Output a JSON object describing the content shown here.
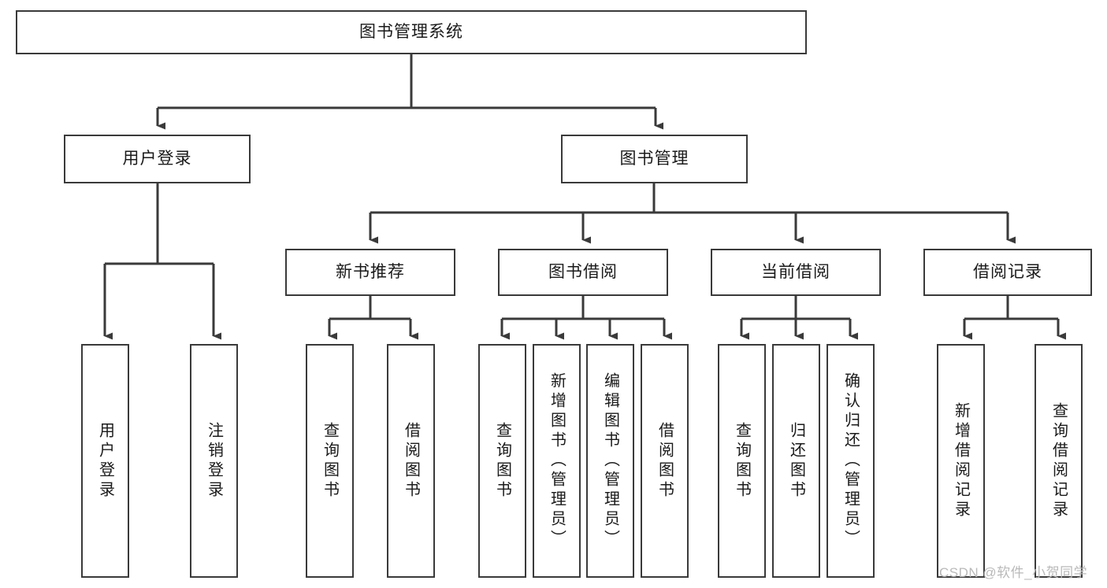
{
  "diagram": {
    "type": "tree-hierarchy-chart",
    "title_text": "图书管理系统",
    "orientation": "top-down",
    "style": {
      "box_fill": "#ffffff",
      "box_stroke": "#3a3a3a",
      "text_color": "#1a1a1a",
      "connector_color": "#3a3a3a",
      "background": "#ffffff"
    },
    "levels": {
      "level0": [
        {
          "id": "root",
          "label": "图书管理系统",
          "orientation": "horizontal"
        }
      ],
      "level1": [
        {
          "id": "user-login",
          "label": "用户登录",
          "orientation": "horizontal"
        },
        {
          "id": "book-manage",
          "label": "图书管理",
          "orientation": "horizontal"
        }
      ],
      "level2": [
        {
          "id": "new-book-rec",
          "label": "新书推荐",
          "orientation": "horizontal",
          "parent": "book-manage"
        },
        {
          "id": "book-borrow",
          "label": "图书借阅",
          "orientation": "horizontal",
          "parent": "book-manage"
        },
        {
          "id": "current-borrow",
          "label": "当前借阅",
          "orientation": "horizontal",
          "parent": "book-manage"
        },
        {
          "id": "borrow-record",
          "label": "借阅记录",
          "orientation": "horizontal",
          "parent": "book-manage"
        }
      ],
      "leaves": [
        {
          "id": "leaf-user-login",
          "label": "用户登录",
          "orientation": "vertical",
          "parent": "user-login"
        },
        {
          "id": "leaf-logout",
          "label": "注销登录",
          "orientation": "vertical",
          "parent": "user-login"
        },
        {
          "id": "leaf-query-book-1",
          "label": "查询图书",
          "orientation": "vertical",
          "parent": "new-book-rec"
        },
        {
          "id": "leaf-borrow-book-1",
          "label": "借阅图书",
          "orientation": "vertical",
          "parent": "new-book-rec"
        },
        {
          "id": "leaf-query-book-2",
          "label": "查询图书",
          "orientation": "vertical",
          "parent": "book-borrow"
        },
        {
          "id": "leaf-add-book",
          "label": "新增图书（管理员）",
          "orientation": "vertical",
          "parent": "book-borrow"
        },
        {
          "id": "leaf-edit-book",
          "label": "编辑图书（管理员）",
          "orientation": "vertical",
          "parent": "book-borrow"
        },
        {
          "id": "leaf-borrow-book-2",
          "label": "借阅图书",
          "orientation": "vertical",
          "parent": "book-borrow"
        },
        {
          "id": "leaf-query-book-3",
          "label": "查询图书",
          "orientation": "vertical",
          "parent": "current-borrow"
        },
        {
          "id": "leaf-return-book",
          "label": "归还图书",
          "orientation": "vertical",
          "parent": "current-borrow"
        },
        {
          "id": "leaf-confirm-return",
          "label": "确认归还（管理员）",
          "orientation": "vertical",
          "parent": "current-borrow"
        },
        {
          "id": "leaf-add-record",
          "label": "新增借阅记录",
          "orientation": "vertical",
          "parent": "borrow-record"
        },
        {
          "id": "leaf-query-record",
          "label": "查询借阅记录",
          "orientation": "vertical",
          "parent": "borrow-record"
        }
      ]
    }
  },
  "watermark": {
    "text": "CSDN @软件_小贺同学"
  }
}
